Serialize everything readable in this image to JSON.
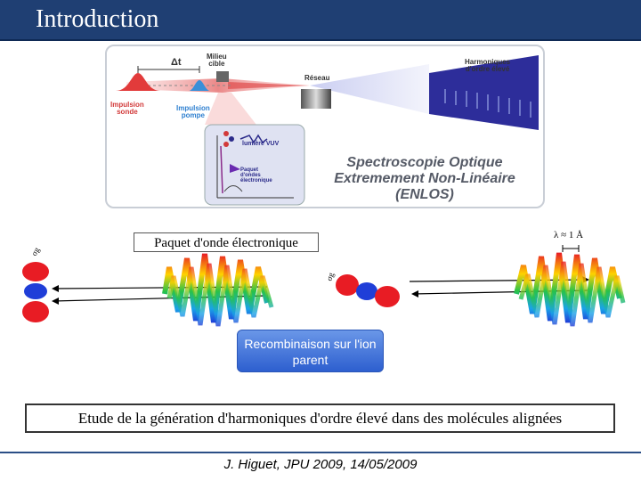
{
  "header": {
    "title": "Introduction"
  },
  "diagram": {
    "delta_t": "Δt",
    "milieu": "Milieu\ncible",
    "reseau": "Réseau",
    "harmoniques": "Harmoniques\nd'ordre élevé",
    "impulsion_sonde": "Impulsion\nsonde",
    "impulsion_pompe": "Impulsion\npompe",
    "lumiere_vuv": "lumière VUV",
    "paquet_small": "Paquet\nd'ondes\nélectronique",
    "enlos_title": "Spectroscopie Optique Extremement Non-Linéaire (ENLOS)"
  },
  "illustration": {
    "paquet_label": "Paquet d'onde électronique",
    "lambda_label": "λ ≈ 1 Å",
    "recombinaison": "Recombinaison sur l'ion parent"
  },
  "caption": "Etude de la génération d'harmoniques d'ordre élevé dans des molécules alignées",
  "footer": "J. Higuet, JPU 2009, 14/05/2009",
  "colors": {
    "header_bg": "#1f3f73",
    "button_bg": "#3a6fd8",
    "lobe_red": "#e81c24",
    "lobe_blue": "#1f3ed8"
  }
}
